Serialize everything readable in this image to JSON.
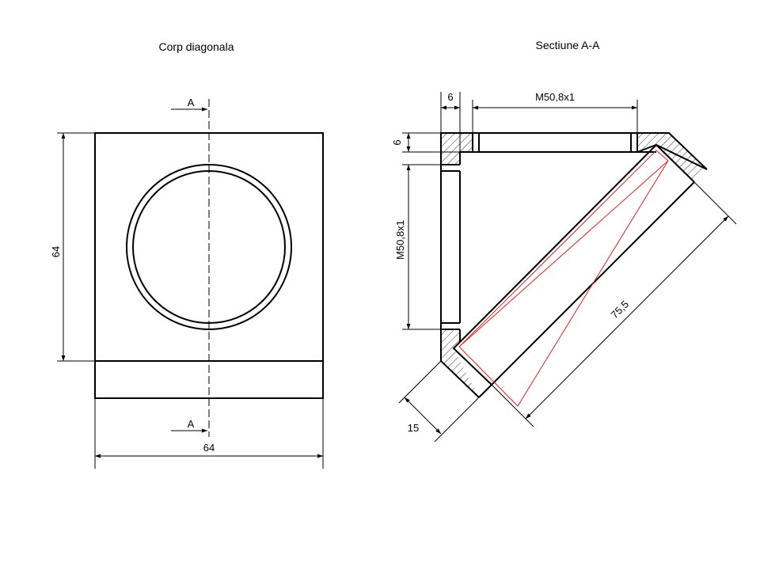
{
  "titles": {
    "left": "Corp diagonala",
    "right": "Sectiune A-A"
  },
  "labels": {
    "section_top": "A",
    "section_bottom": "A",
    "height": "64",
    "width": "64",
    "wall_top": "6",
    "thread_top": "M50,8x1",
    "wall_left": "6",
    "thread_left": "M50,8x1",
    "length": "75,5",
    "wall_diag": "15"
  },
  "colors": {
    "outline": "#000000",
    "highlight": "#e02020"
  }
}
